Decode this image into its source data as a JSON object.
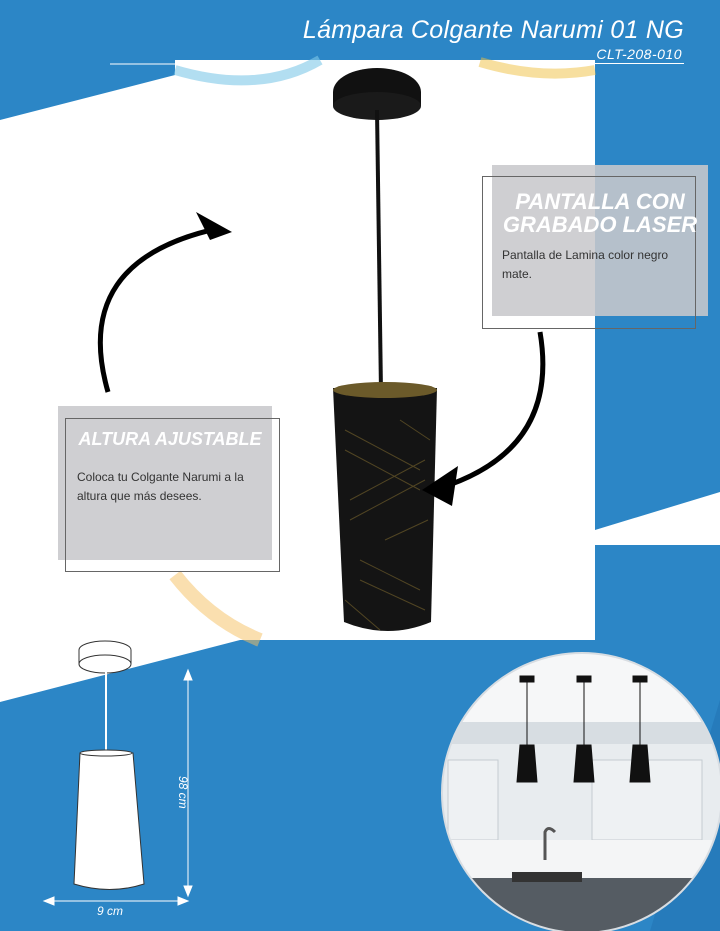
{
  "header": {
    "title": "Lámpara Colgante Narumi 01 NG",
    "code": "CLT-208-010"
  },
  "feature_right": {
    "title_line1": "PANTALLA CON",
    "title_line2": "GRABADO LASER",
    "text": "Pantalla de Lamina color negro mate."
  },
  "feature_left": {
    "title": "ALTURA AJUSTABLE",
    "text": "Coloca tu Colgante Narumi a la altura que más desees."
  },
  "dimensions": {
    "height": "98 cm",
    "width": "9 cm"
  },
  "colors": {
    "brand_blue": "#2c86c6",
    "panel_gray": "#c8c8cc"
  }
}
